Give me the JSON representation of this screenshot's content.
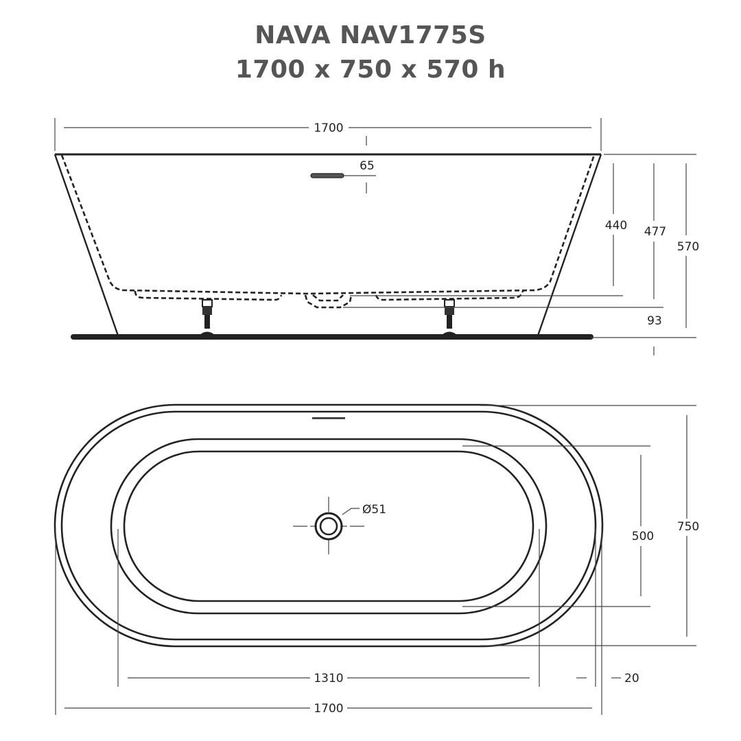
{
  "title": {
    "model_line": "NAVA NAV1775S",
    "size_line": "1700 x 750 x 570 h"
  },
  "side_view": {
    "overall_length": "1700",
    "overflow_height": "65",
    "inner_depth": "440",
    "depth_to_drain": "477",
    "overall_height": "570",
    "drain_clearance": "93"
  },
  "plan_view": {
    "drain_diameter": "Ø51",
    "inner_width": "500",
    "overall_width": "750",
    "inner_length": "1310",
    "rim_thickness": "20",
    "overall_length": "1700"
  },
  "colors": {
    "title": "#555555",
    "line": "#222222",
    "dimension_line": "#444444",
    "background": "#ffffff"
  }
}
